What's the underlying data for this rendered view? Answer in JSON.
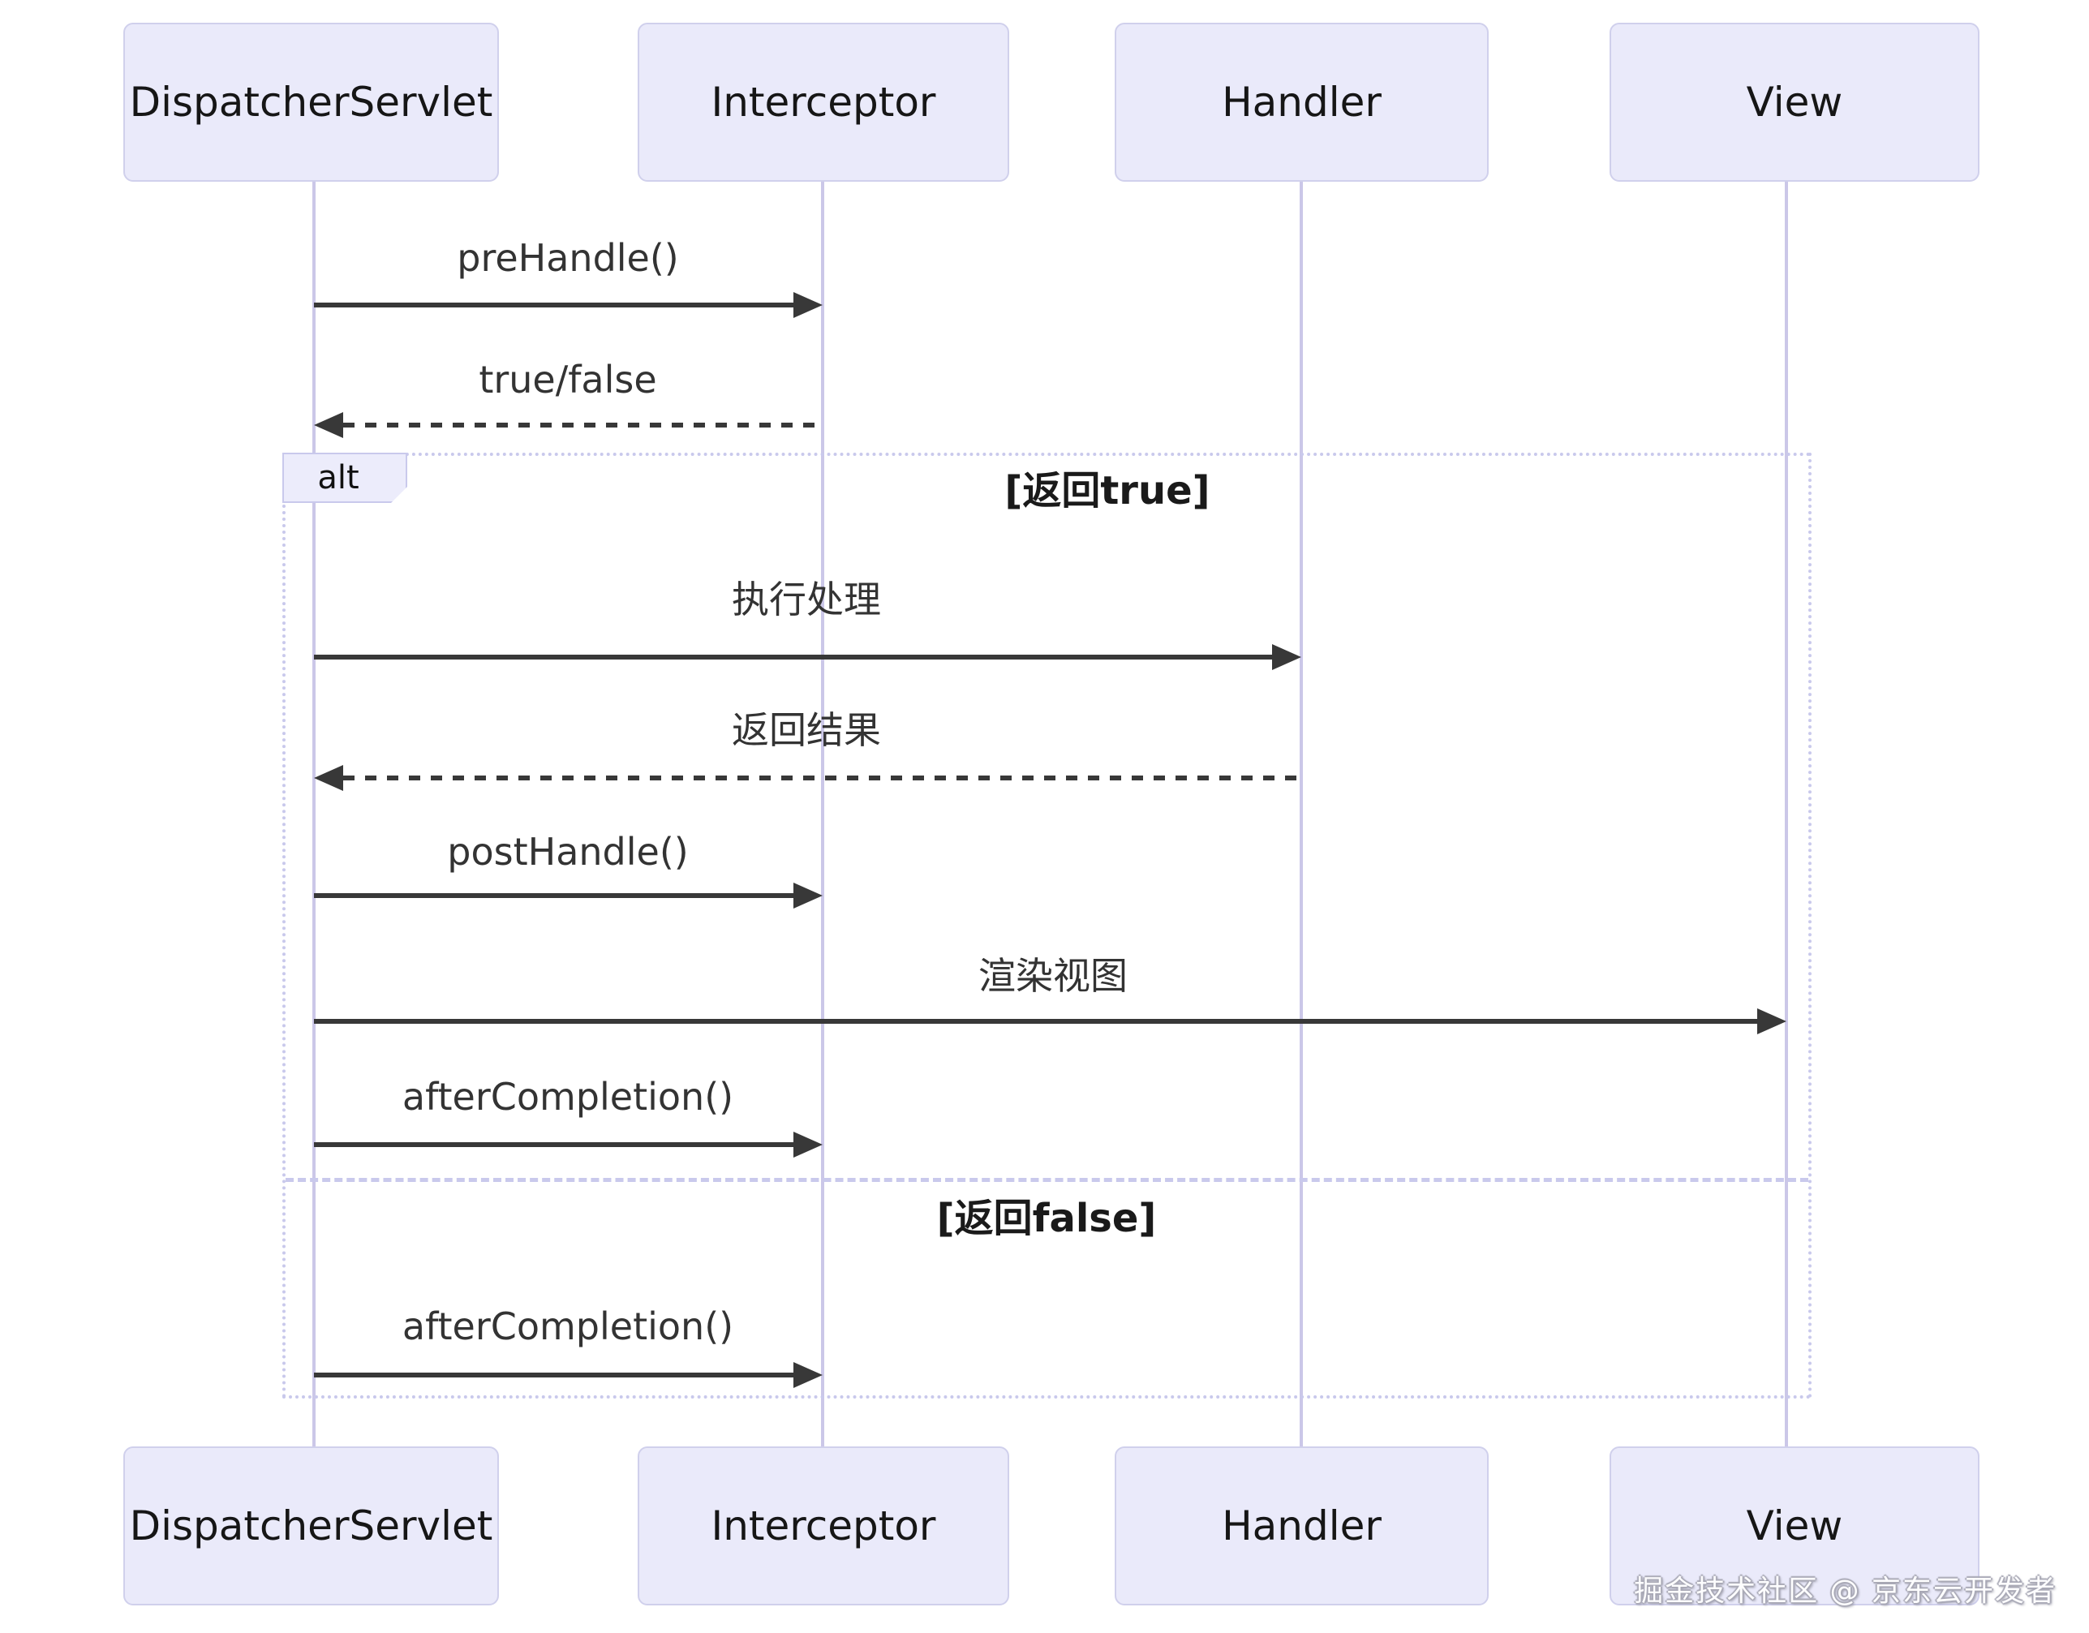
{
  "participants": [
    {
      "id": "dispatcher-servlet",
      "label": "DispatcherServlet"
    },
    {
      "id": "interceptor",
      "label": "Interceptor"
    },
    {
      "id": "handler",
      "label": "Handler"
    },
    {
      "id": "view",
      "label": "View"
    }
  ],
  "messages": [
    {
      "label": "preHandle()",
      "from": "DispatcherServlet",
      "to": "Interceptor",
      "line": "solid"
    },
    {
      "label": "true/false",
      "from": "Interceptor",
      "to": "DispatcherServlet",
      "line": "dashed"
    },
    {
      "label": "执行处理",
      "from": "DispatcherServlet",
      "to": "Handler",
      "line": "solid"
    },
    {
      "label": "返回结果",
      "from": "Handler",
      "to": "DispatcherServlet",
      "line": "dashed"
    },
    {
      "label": "postHandle()",
      "from": "DispatcherServlet",
      "to": "Interceptor",
      "line": "solid"
    },
    {
      "label": "渲染视图",
      "from": "DispatcherServlet",
      "to": "View",
      "line": "solid"
    },
    {
      "label": "afterCompletion()",
      "from": "DispatcherServlet",
      "to": "Interceptor",
      "line": "solid"
    },
    {
      "label": "afterCompletion()",
      "from": "DispatcherServlet",
      "to": "Interceptor",
      "line": "solid"
    }
  ],
  "alt_frame": {
    "operator": "alt",
    "branches": [
      {
        "condition": "[返回true]"
      },
      {
        "condition": "[返回false]"
      }
    ]
  },
  "watermark": "掘金技术社区 @ 京东云开发者",
  "colors": {
    "actor_fill": "#eaeafa",
    "actor_border": "#d0d0ec",
    "lifeline": "#cbc7e8",
    "frame_border": "#c9c9ec",
    "arrow": "#383838",
    "text": "#333333"
  }
}
